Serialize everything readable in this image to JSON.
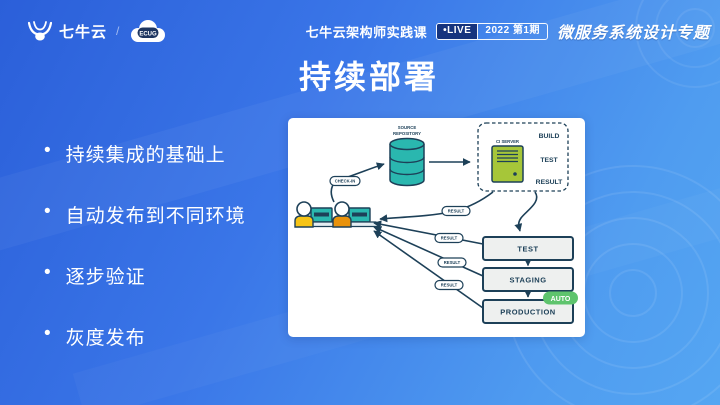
{
  "header": {
    "brand": "七牛云",
    "separator": "/",
    "ecug_badge": "ECUG",
    "course_title": "七牛云架构师实践课",
    "live_badge": "•LIVE",
    "session_badge": "2022 第1期",
    "topic_badge": "微服务系统设计专题"
  },
  "slide": {
    "title": "持续部署",
    "bullets": [
      "持续集成的基础上",
      "自动发布到不同环境",
      "逐步验证",
      "灰度发布"
    ]
  },
  "diagram": {
    "source_repository_line1": "SOURCE",
    "source_repository_line2": "REPOSITORY",
    "check_in_label": "CHECK-IN",
    "ci_server_label": "CI SERVER",
    "pipeline_steps": [
      "BUILD",
      "TEST",
      "RESULT"
    ],
    "result_label": "RESULT",
    "stages": [
      "TEST",
      "STAGING",
      "PRODUCTION"
    ],
    "auto_badge": "AUTO"
  },
  "colors": {
    "background_top": "#2b5fd9",
    "background_bottom": "#55a6f2",
    "diagram_navy": "#1d4058",
    "database_teal": "#2ab7af",
    "server_green": "#a6c639",
    "auto_green": "#5ec46d",
    "dev_shirt_yellow": "#f6c416",
    "dev_shirt_orange": "#e8920c",
    "live_badge_navy": "#16347e"
  }
}
